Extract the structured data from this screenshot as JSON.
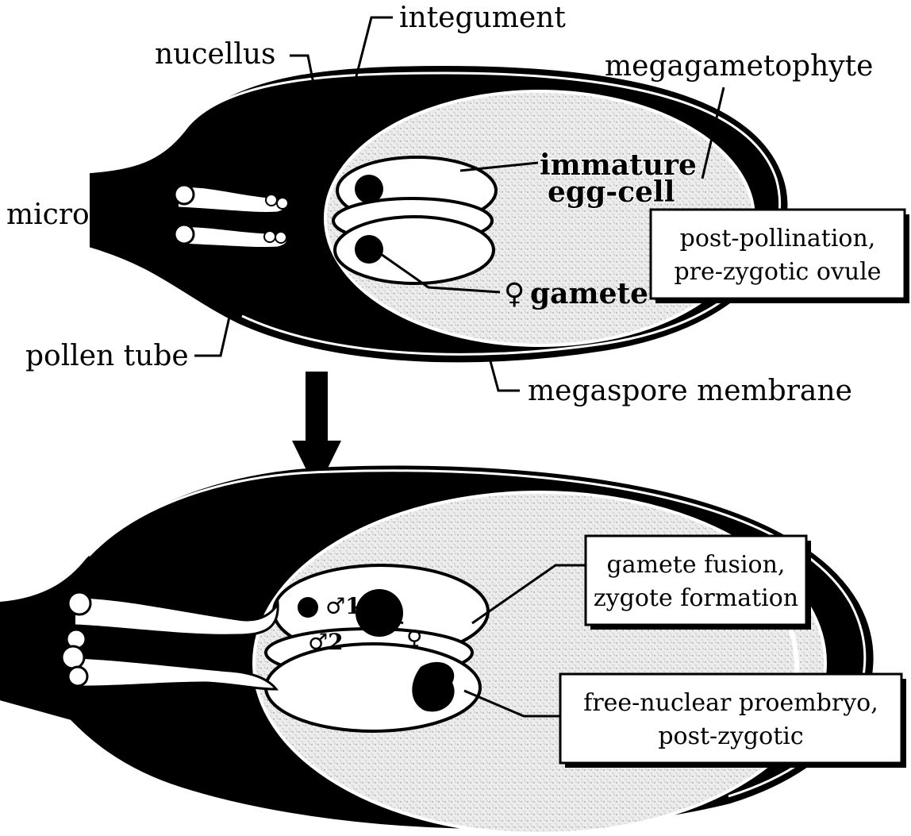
{
  "labels": {
    "integument": "integument",
    "nucellus": "nucellus",
    "megagametophyte": "megagametophyte",
    "micropyle": "micropyle",
    "immature_line1": "immature",
    "immature_line2": "egg-cell",
    "female_gamete_symbol": "♀",
    "gamete": "gamete",
    "pollen_tube": "pollen tube",
    "megaspore_membrane": "megaspore membrane",
    "male1": "♂1",
    "male2": "♂2",
    "female_symbol_bottom": "♀"
  },
  "boxes": {
    "pre_zygotic": [
      "post-pollination,",
      "pre-zygotic ovule"
    ],
    "fusion": [
      "gamete fusion,",
      "zygote formation"
    ],
    "proembryo": [
      "free-nuclear proembryo,",
      "post-zygotic"
    ]
  },
  "colors": {
    "ink": "#000000",
    "paper": "#ffffff",
    "megagametophyte_fill": "#e8e8e8"
  }
}
